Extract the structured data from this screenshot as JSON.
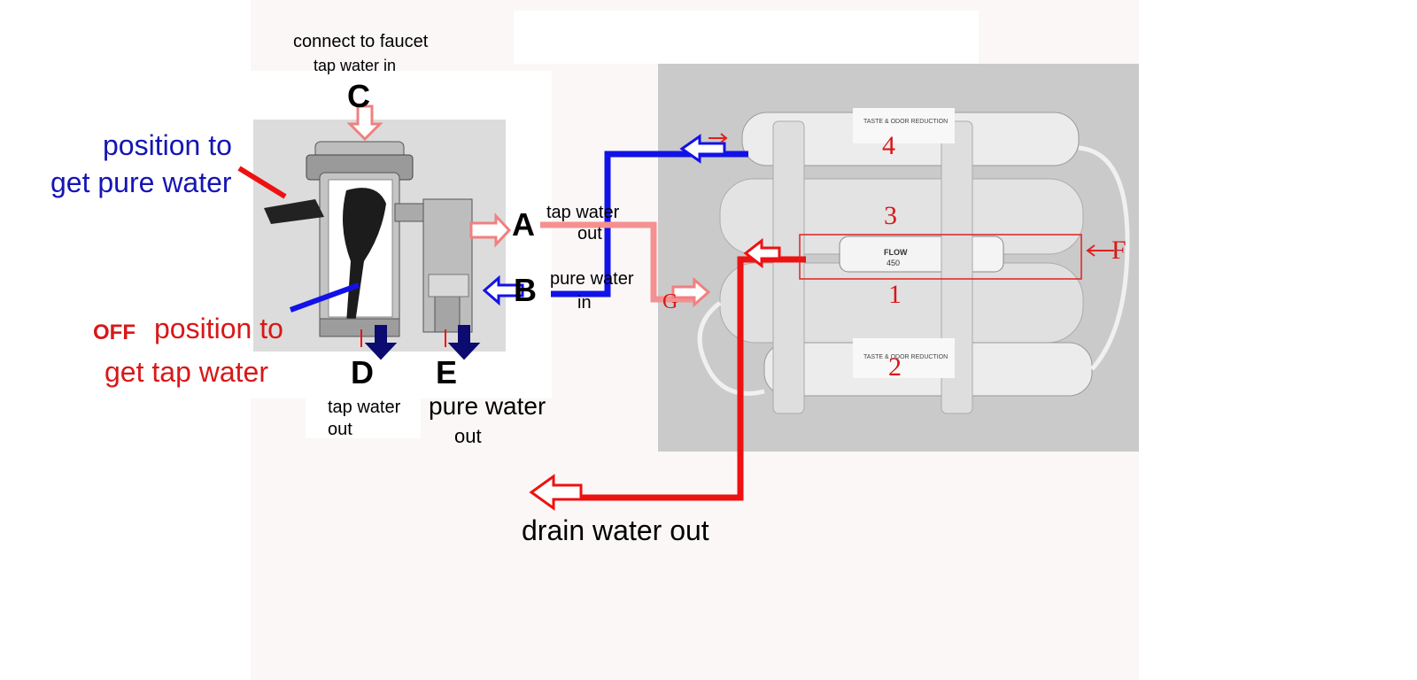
{
  "faucet": {
    "connect_label": "connect to faucet",
    "tap_in_label": "tap water in",
    "C": "C",
    "A": "A",
    "B": "B",
    "D": "D",
    "E": "E",
    "a_label_1": "tap water",
    "a_label_2": "out",
    "b_label_1": "pure water",
    "b_label_2": "in",
    "d_label_1": "tap water",
    "d_label_2": "out",
    "e_label_1": "pure water",
    "e_label_2": "out"
  },
  "positions": {
    "pure_1": "position to",
    "pure_2": "get pure water",
    "off": "OFF",
    "tap_1": "position to",
    "tap_2": "get tap water"
  },
  "filter": {
    "stage_1": "1",
    "stage_2": "2",
    "stage_3": "3",
    "stage_4": "4",
    "F": "F",
    "G": "G",
    "flow_brand": "FLOW",
    "flow_model": "450",
    "cartridge_text": "TASTE & ODOR REDUCTION"
  },
  "drain": {
    "label": "drain water out"
  },
  "colors": {
    "blue_line": "#1212e8",
    "red_line": "#ee1111",
    "pink_line": "#f49090",
    "label_blue": "#1515b5",
    "label_red": "#d81818"
  }
}
